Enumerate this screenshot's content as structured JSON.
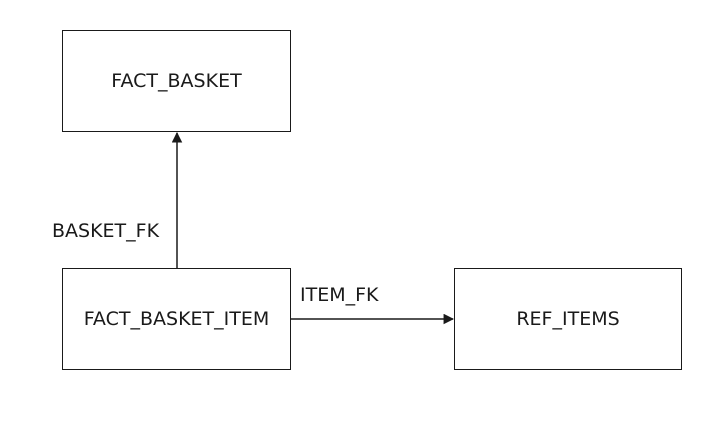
{
  "entities": {
    "fact_basket": {
      "label": "FACT_BASKET"
    },
    "fact_basket_item": {
      "label": "FACT_BASKET_ITEM"
    },
    "ref_items": {
      "label": "REF_ITEMS"
    }
  },
  "relationships": {
    "basket_fk": {
      "label": "BASKET_FK",
      "from": "FACT_BASKET_ITEM",
      "to": "FACT_BASKET"
    },
    "item_fk": {
      "label": "ITEM_FK",
      "from": "FACT_BASKET_ITEM",
      "to": "REF_ITEMS"
    }
  },
  "colors": {
    "stroke": "#1a1a1a",
    "background": "#ffffff"
  }
}
